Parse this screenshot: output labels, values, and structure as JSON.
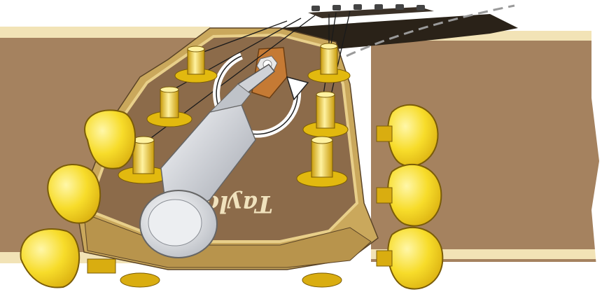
{
  "illustration": {
    "logo_text": "Taylor",
    "colors": {
      "table_wood": "#a5825f",
      "table_edge": "#f2e3b6",
      "headstock_face": "#8c6b4a",
      "binding": "#e8cf8a",
      "gold": "#f5d21a",
      "gold_dark": "#c99b0a",
      "button_yellow": "#f7dc2a",
      "tool_silver": "#d8dbe0",
      "arrow_white": "#ffffff",
      "dashed_line": "#9a9a9a"
    },
    "elements": [
      "headstock",
      "six-tuning-posts",
      "six-tuner-buttons",
      "truss-rod-cover-open",
      "truss-rod-wrench",
      "rotation-arrow",
      "strings",
      "neck-relief-dashed-line"
    ]
  }
}
